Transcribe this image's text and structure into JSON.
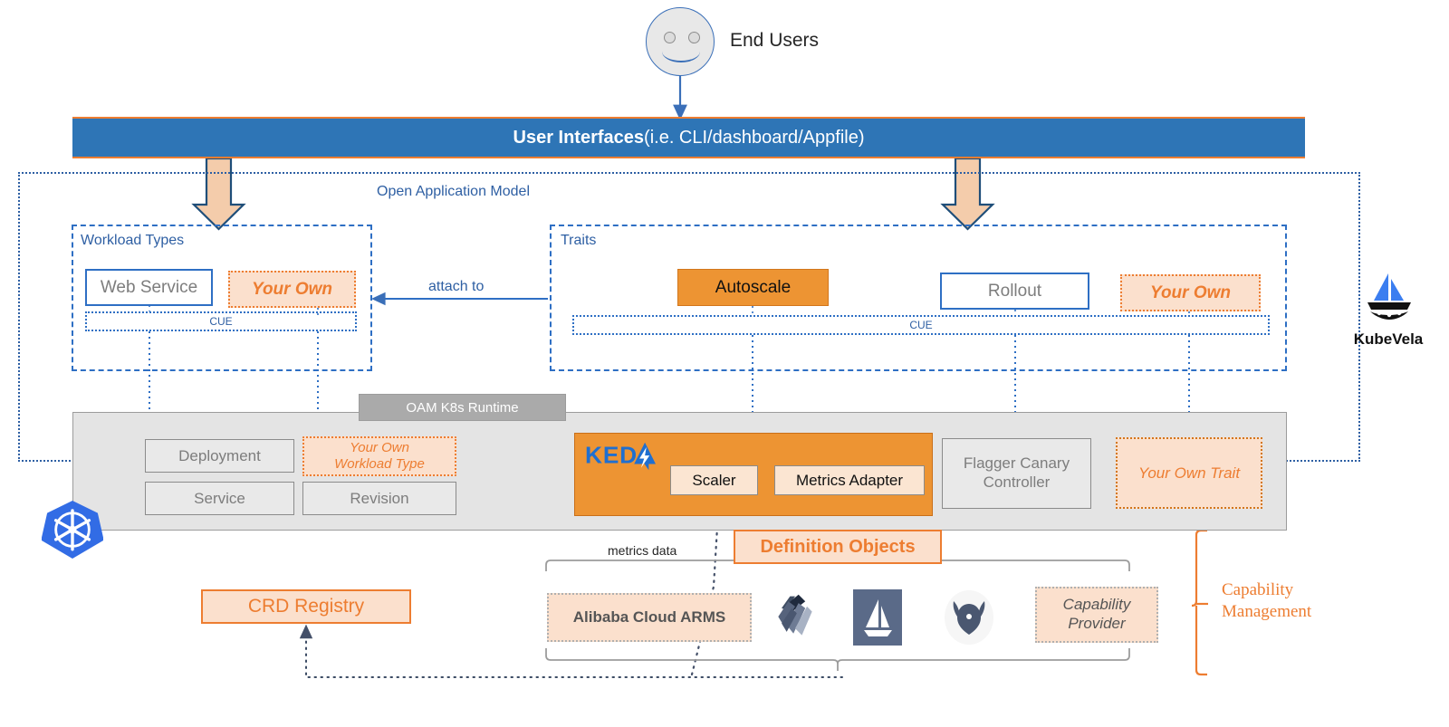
{
  "diagram": {
    "title": "KubeVela / Open Application Model architecture",
    "colors": {
      "brand_blue": "#2e75b6",
      "accent_orange": "#ed7d31",
      "keda_orange": "#ed9433",
      "peach": "#fbe0cd",
      "runtime_gray": "#e4e4e4",
      "dashed_blue": "#2e6fc4"
    }
  },
  "end_users": {
    "label": "End Users",
    "icon": "smiley-face-icon"
  },
  "user_interfaces": {
    "bold": "User Interfaces",
    "rest": " (i.e. CLI/dashboard/Appfile)"
  },
  "oam": {
    "boundary_label": "Open Application Model",
    "workload_types": {
      "title": "Workload Types",
      "cue_label": "CUE",
      "items": [
        {
          "label": "Web Service",
          "style": "solid-blue"
        },
        {
          "label": "Your Own",
          "style": "own"
        }
      ]
    },
    "traits": {
      "title": "Traits",
      "cue_label": "CUE",
      "items": [
        {
          "label": "Autoscale",
          "style": "orange"
        },
        {
          "label": "Rollout",
          "style": "solid-blue"
        },
        {
          "label": "Your Own",
          "style": "own"
        }
      ]
    },
    "attach_label": "attach to"
  },
  "runtime": {
    "tab_label": "OAM K8s Runtime",
    "k8s_icon": "kubernetes-helm-wheel-icon",
    "boxes": [
      {
        "label": "Deployment"
      },
      {
        "label": "Service"
      },
      {
        "label": "Revision"
      }
    ],
    "your_own_workload": {
      "line1": "Your Own",
      "line2": "Workload Type"
    },
    "keda": {
      "logo_text": "KED",
      "logo_bolt": "A",
      "scaler": "Scaler",
      "metrics_adapter": "Metrics Adapter"
    },
    "flagger": {
      "line1": "Flagger Canary",
      "line2": "Controller"
    },
    "your_own_trait": "Your Own Trait"
  },
  "definition_objects": {
    "label": "Definition Objects",
    "metrics_label": "metrics data",
    "providers": [
      {
        "label": "Alibaba Cloud ARMS",
        "kind": "text"
      },
      {
        "label": "",
        "kind": "envoy-slashes-logo-icon"
      },
      {
        "label": "",
        "kind": "istio-sail-logo-icon"
      },
      {
        "label": "",
        "kind": "helm-helmet-logo-icon"
      },
      {
        "label": "Capability Provider",
        "kind": "text",
        "line1": "Capability",
        "line2": "Provider"
      }
    ]
  },
  "crd_registry": {
    "label": "CRD Registry"
  },
  "capability_management": {
    "line1": "Capability",
    "line2": "Management"
  },
  "kubevela": {
    "name": "KubeVela",
    "icon": "sailboat-logo-icon"
  }
}
